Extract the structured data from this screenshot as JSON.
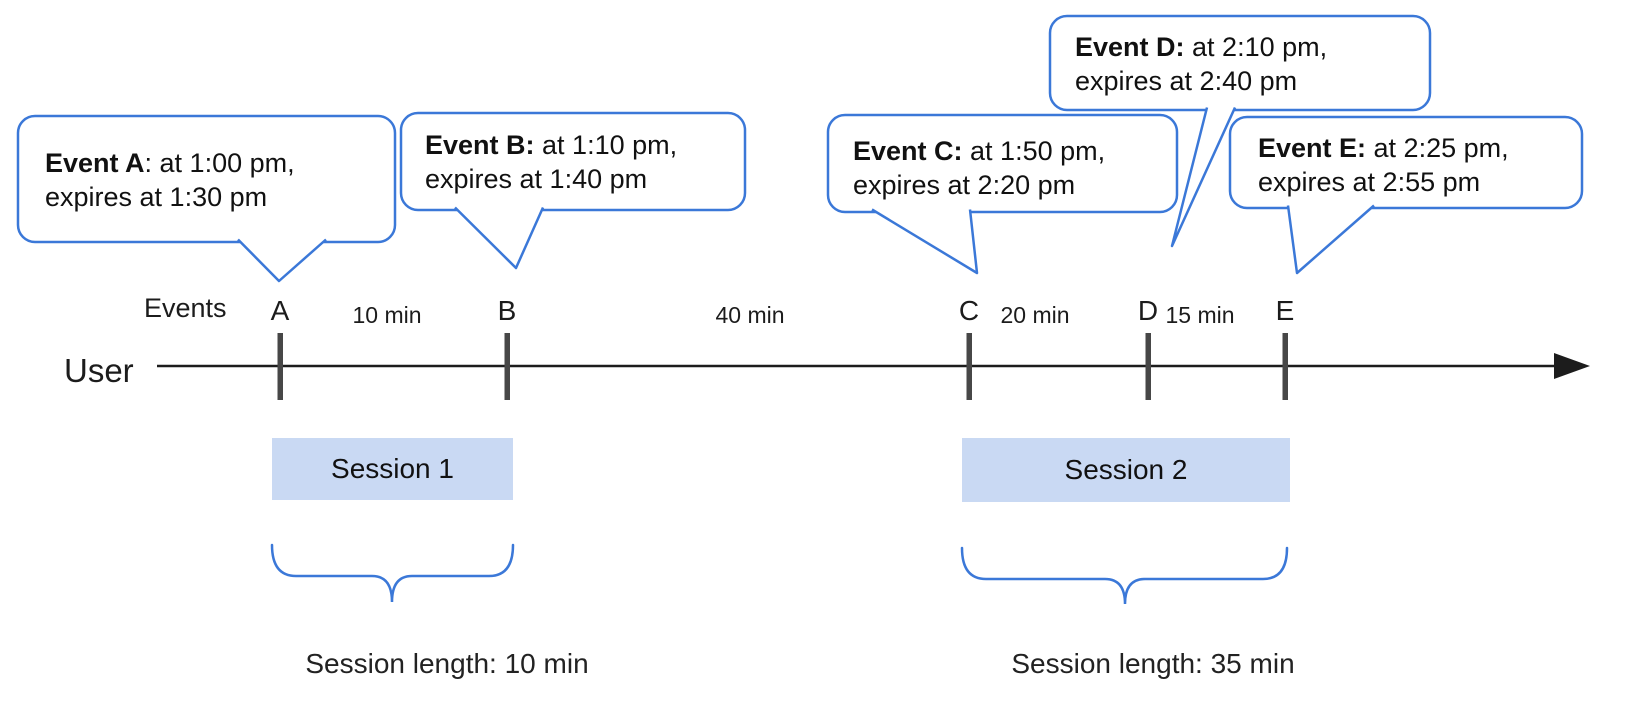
{
  "colors": {
    "accent_blue": "#3b78d8",
    "tick_gray": "#474747",
    "session_fill": "#c9d9f3",
    "ink": "#1c1c1c"
  },
  "axis": {
    "row_label": "User",
    "events_label": "Events"
  },
  "ticks": [
    "A",
    "B",
    "C",
    "D",
    "E"
  ],
  "intervals": [
    "10 min",
    "40 min",
    "20 min",
    "15 min"
  ],
  "bubbles": [
    {
      "bold": "Event A",
      "rest": ": at 1:00 pm,",
      "line2": "expires at 1:30 pm"
    },
    {
      "bold": "Event B:",
      "rest": " at 1:10 pm,",
      "line2": "expires at 1:40 pm"
    },
    {
      "bold": "Event C:",
      "rest": " at 1:50 pm,",
      "line2": "expires at 2:20 pm"
    },
    {
      "bold": "Event D:",
      "rest": " at 2:10 pm,",
      "line2": "expires at 2:40 pm"
    },
    {
      "bold": "Event E:",
      "rest": " at 2:25 pm,",
      "line2": "expires at 2:55 pm"
    }
  ],
  "sessions": [
    {
      "label": "Session 1",
      "length_label": "Session length: 10 min"
    },
    {
      "label": "Session 2",
      "length_label": "Session length: 35 min"
    }
  ]
}
